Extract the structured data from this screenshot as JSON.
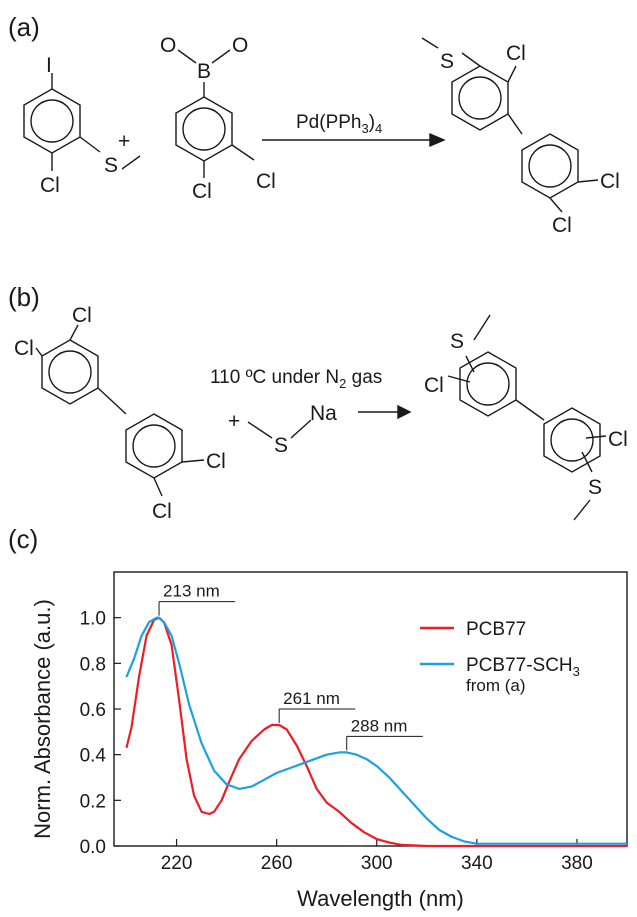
{
  "panels": {
    "a": {
      "label": "(a)",
      "atoms": {
        "iodine": "I",
        "chlorine": "Cl",
        "sulfur": "S",
        "boron": "B",
        "oxygen": "O"
      },
      "plus": "+",
      "reagent_main": "Pd(PPh",
      "reagent_sub": "3",
      "reagent_close": ")",
      "reagent_sub2": "4"
    },
    "b": {
      "label": "(b)",
      "atoms": {
        "chlorine": "Cl",
        "sulfur": "S",
        "sodium": "Na"
      },
      "plus": "+",
      "condition_main": "110 ºC under N",
      "condition_sub": "2",
      "condition_tail": " gas"
    },
    "c": {
      "label": "(c)"
    }
  },
  "chart_data": {
    "type": "line",
    "xlabel": "Wavelength (nm)",
    "ylabel": "Norm. Absorbance (a.u.)",
    "xlim": [
      195,
      400
    ],
    "ylim": [
      0.0,
      1.2
    ],
    "xticks": [
      220,
      260,
      300,
      340,
      380
    ],
    "yticks": [
      0.0,
      0.2,
      0.4,
      0.6,
      0.8,
      1.0
    ],
    "ytick_labels": [
      "0.0",
      "0.2",
      "0.4",
      "0.6",
      "0.8",
      "1.0"
    ],
    "grid": false,
    "legend_position": "top-right",
    "legend_note": "from (a)",
    "series": [
      {
        "name": "PCB77",
        "color": "#ee1c25",
        "x": [
          200,
          202,
          205,
          208,
          211,
          213,
          215,
          218,
          221,
          224,
          227,
          230,
          233,
          235,
          238,
          241,
          245,
          250,
          255,
          258,
          261,
          264,
          268,
          272,
          276,
          280,
          285,
          290,
          295,
          300,
          305,
          310,
          320,
          330,
          340,
          360,
          400
        ],
        "y": [
          0.43,
          0.52,
          0.74,
          0.92,
          0.99,
          1.0,
          0.98,
          0.88,
          0.64,
          0.38,
          0.22,
          0.15,
          0.14,
          0.15,
          0.2,
          0.28,
          0.38,
          0.46,
          0.51,
          0.53,
          0.53,
          0.51,
          0.44,
          0.35,
          0.25,
          0.19,
          0.15,
          0.1,
          0.06,
          0.03,
          0.015,
          0.005,
          0.0,
          0.0,
          0.0,
          0.0,
          0.0
        ]
      },
      {
        "name": "PCB77-SCH",
        "name_sub": "3",
        "color": "#1ba1e2",
        "x": [
          200,
          203,
          206,
          209,
          212,
          213,
          215,
          218,
          221,
          225,
          230,
          235,
          240,
          245,
          250,
          255,
          260,
          265,
          270,
          275,
          280,
          285,
          288,
          292,
          296,
          300,
          305,
          310,
          315,
          320,
          325,
          330,
          335,
          340,
          350,
          370,
          400
        ],
        "y": [
          0.74,
          0.82,
          0.92,
          0.98,
          1.0,
          1.0,
          0.98,
          0.92,
          0.8,
          0.62,
          0.45,
          0.33,
          0.27,
          0.25,
          0.26,
          0.29,
          0.32,
          0.34,
          0.36,
          0.38,
          0.4,
          0.41,
          0.41,
          0.4,
          0.38,
          0.35,
          0.3,
          0.24,
          0.18,
          0.12,
          0.07,
          0.04,
          0.02,
          0.01,
          0.01,
          0.01,
          0.01
        ]
      }
    ],
    "annotations": [
      {
        "text": "213 nm",
        "x": 213
      },
      {
        "text": "261 nm",
        "x": 261
      },
      {
        "text": "288 nm",
        "x": 288
      }
    ]
  }
}
